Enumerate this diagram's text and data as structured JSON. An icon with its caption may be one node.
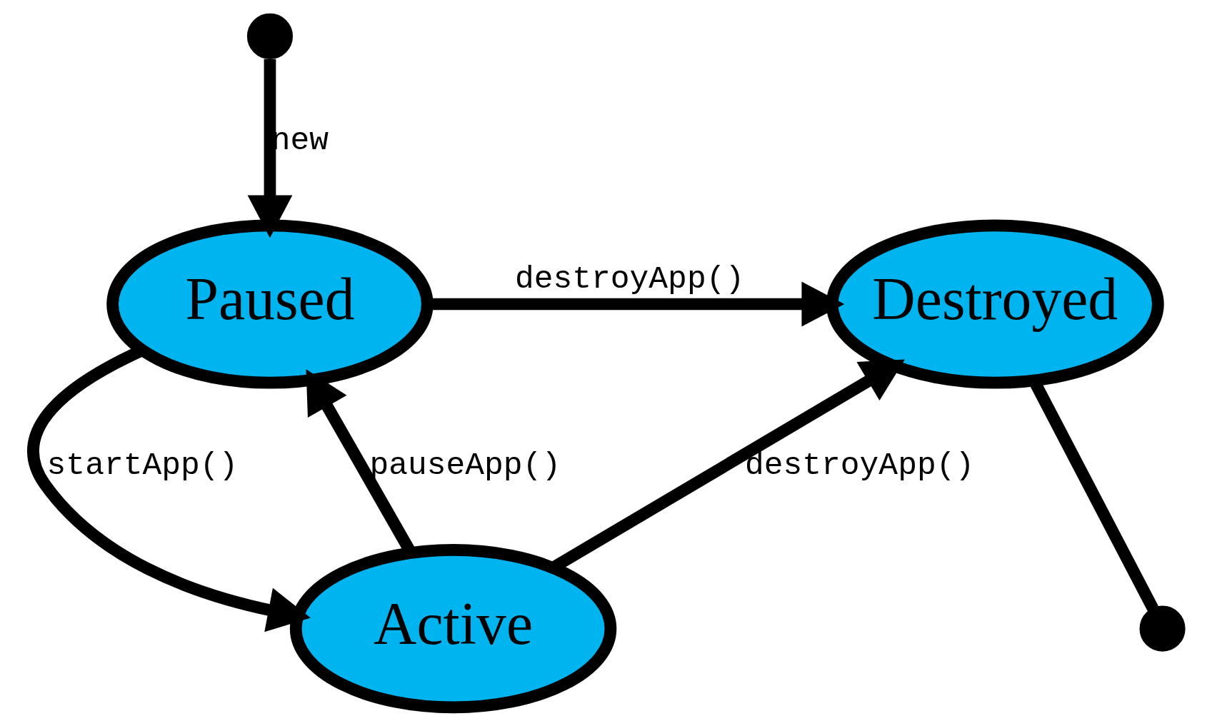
{
  "diagram": {
    "nodes": [
      {
        "text": [],
        "shape": "circle"
      },
      {
        "text": [
          "Paused"
        ]
      },
      {
        "text": [
          "Active"
        ]
      },
      {
        "text": [
          "Destroyed"
        ]
      },
      {
        "text": [],
        "shape": "circle"
      }
    ],
    "edges": [
      {
        "from": 0,
        "to": 1,
        "arrow": "to",
        "label": "new"
      },
      {
        "from": 1,
        "to": 3,
        "arrow": "to",
        "label": "destroyApp()"
      },
      {
        "from": 1,
        "to": 2,
        "arrow": "to",
        "label": "startApp()"
      },
      {
        "from": 2,
        "to": 1,
        "arrow": "to",
        "label": "pauseApp()"
      },
      {
        "from": 2,
        "to": 3,
        "arrow": "to",
        "label": "destroyApp()"
      },
      {
        "from": 3,
        "to": 4,
        "arrow": "none"
      }
    ]
  }
}
